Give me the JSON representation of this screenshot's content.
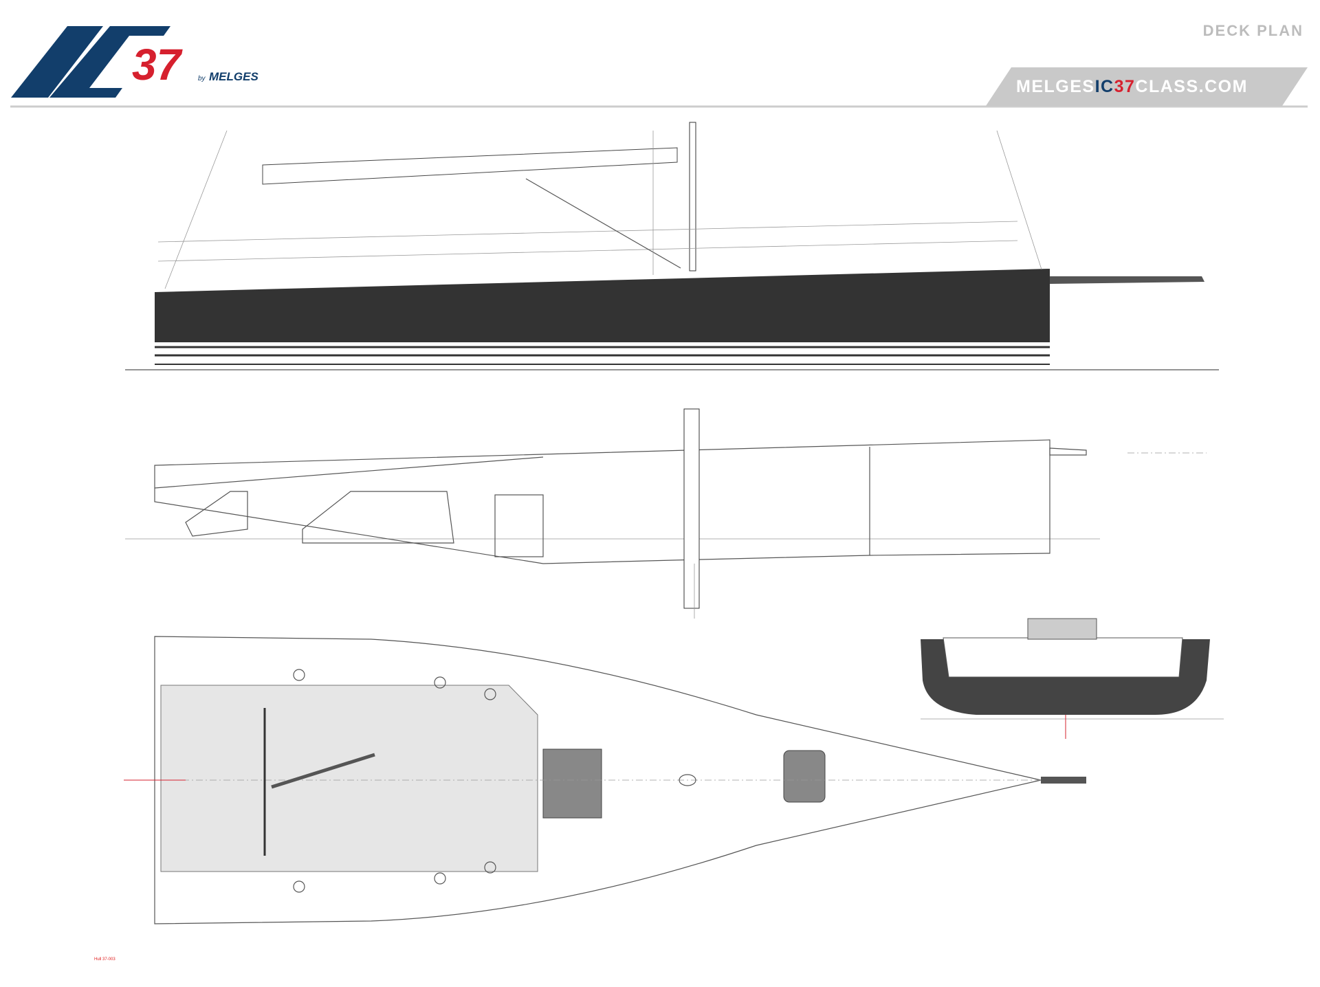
{
  "logo": {
    "mark": "IC",
    "number": "37",
    "by": "by",
    "brand": "MELGES",
    "colors": {
      "navy": "#123e6b",
      "red": "#d6202e"
    }
  },
  "header": {
    "title": "DECK PLAN"
  },
  "banner": {
    "url_prefix": "MELGESIC",
    "url_part1": "MELGES",
    "url_part2": "IC",
    "url_part3": "37",
    "url_part4": "CLASS.COM",
    "bg": "#c9c9c9"
  },
  "views": [
    "side-profile",
    "longitudinal-section",
    "deck-plan",
    "transverse-section"
  ],
  "footer": {
    "hull_number": "Hull 37-003"
  }
}
